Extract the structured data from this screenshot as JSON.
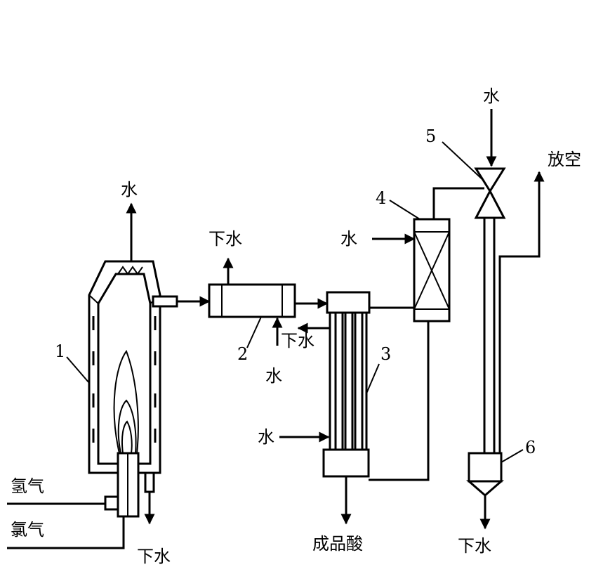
{
  "labels": {
    "furnace_water_in": "水",
    "cooler_drain": "下水",
    "cooler_water_in": "水",
    "absorber_drain": "下水",
    "absorber_water_in": "水",
    "tower_water_in": "水",
    "valve_water_in": "水",
    "vent": "放空",
    "hydrogen": "氢气",
    "chlorine": "氯气",
    "furnace_drain": "下水",
    "product_acid": "成品酸",
    "column_drain": "下水"
  },
  "components": {
    "synthesis_furnace": "1",
    "cooler": "2",
    "falling_film_absorber": "3",
    "tail_gas_tower": "4",
    "ejector_valve": "5",
    "separator": "6"
  }
}
